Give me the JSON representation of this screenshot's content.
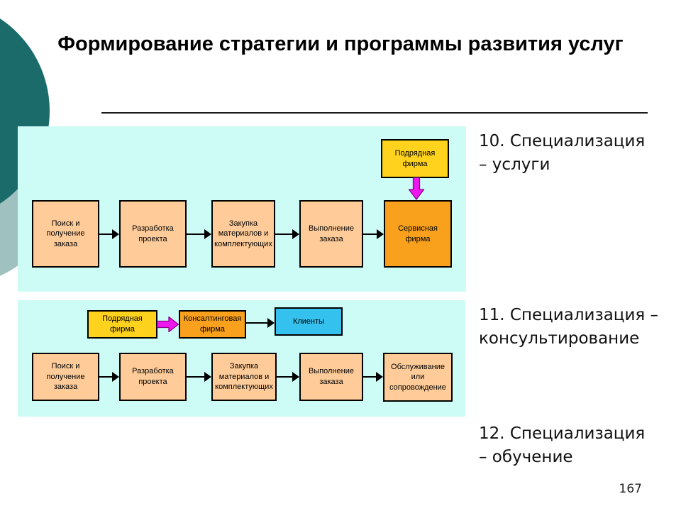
{
  "slide": {
    "title": "Формирование стратегии и программы развития услуг",
    "page_number": "167",
    "notes": [
      {
        "line1": "10. Специализация",
        "line2": "– услуги"
      },
      {
        "line1": "11. Специализация –",
        "line2": "консультирование"
      },
      {
        "line1": "12. Специализация",
        "line2": "– обучение"
      }
    ]
  },
  "diagram_services": {
    "contractor": "Подрядная\nфирма",
    "steps": [
      "Поиск и\nполучение заказа",
      "Разработка\nпроекта",
      "Закупка\nматериалов и\nкомплектующих",
      "Выполнение\nзаказа",
      "Сервисная\nфирма"
    ]
  },
  "diagram_consulting": {
    "contractor": "Подрядная\nфирма",
    "consulting_firm": "Консалтинговая\nфирма",
    "clients": "Клиенты",
    "steps": [
      "Поиск и\nполучение заказа",
      "Разработка\nпроекта",
      "Закупка\nматериалов и\nкомплектующих",
      "Выполнение\nзаказа",
      "Обслуживание\nили\nсопровождение"
    ]
  },
  "colors": {
    "panel_background": "#CDFBF6",
    "step_box": "#FFCC99",
    "contractor_box": "#FFD21E",
    "highlight_box": "#F9A11C",
    "clients_box": "#35C1ED",
    "transfer_arrow": "#EE18EE",
    "decor_circle_dark": "#1B6B6B",
    "decor_circle_light": "#9FC1C0"
  }
}
